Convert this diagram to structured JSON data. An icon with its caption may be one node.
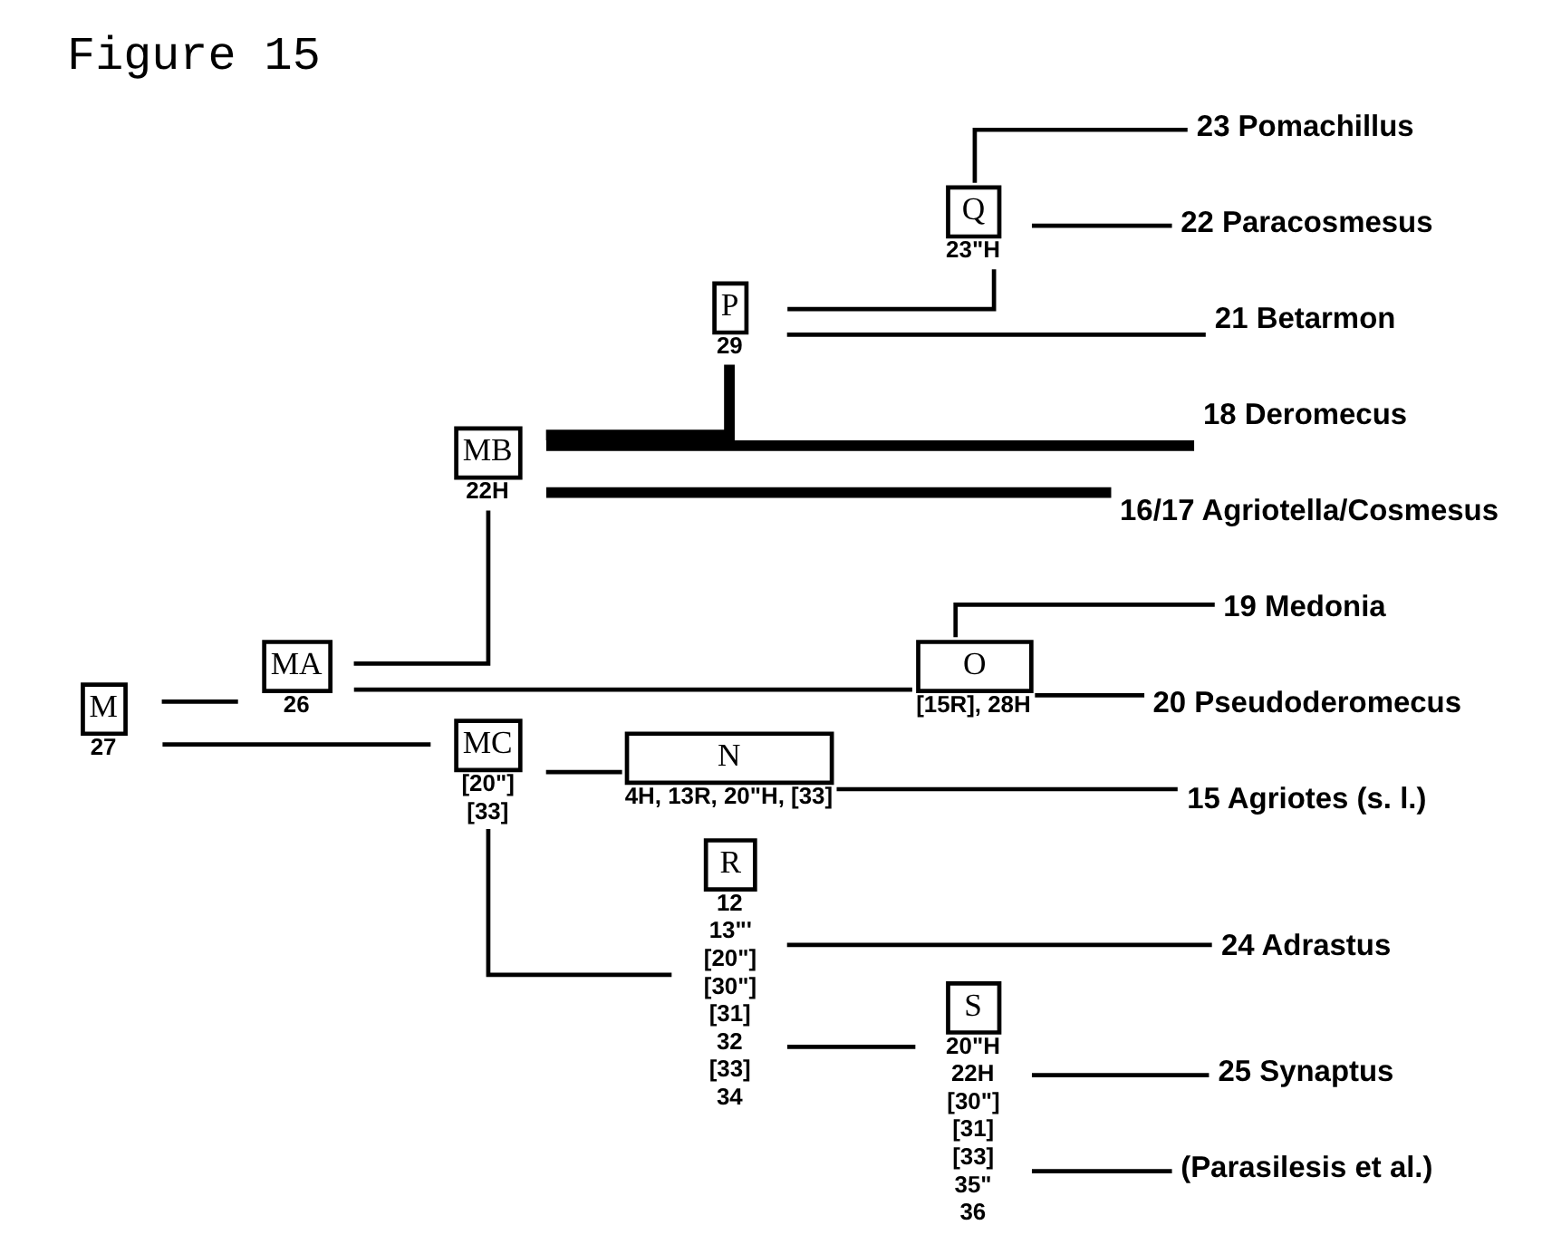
{
  "diagram": {
    "title": "Figure 15",
    "nodes": [
      {
        "text": [
          "M"
        ],
        "beside": [
          "27"
        ]
      },
      {
        "text": [
          "MA"
        ],
        "beside": [
          "26"
        ]
      },
      {
        "text": [
          "MB"
        ],
        "beside": [
          "22H"
        ]
      },
      {
        "text": [
          "P"
        ],
        "beside": [
          "29"
        ]
      },
      {
        "text": [
          "Q"
        ],
        "beside": [
          "23\"H"
        ]
      },
      {
        "text": [
          "23 Pomachillus"
        ]
      },
      {
        "text": [
          "22 Paracosmesus"
        ]
      },
      {
        "text": [
          "21 Betarmon"
        ]
      },
      {
        "text": [
          "18 Deromecus"
        ]
      },
      {
        "text": [
          "16/17 Agriotella/Cosmesus"
        ]
      },
      {
        "text": [
          "O"
        ],
        "beside": [
          "[15R], 28H"
        ]
      },
      {
        "text": [
          "19 Medonia"
        ]
      },
      {
        "text": [
          "20 Pseudoderomecus"
        ]
      },
      {
        "text": [
          "MC"
        ],
        "beside": [
          "[20\"]",
          "[33]"
        ]
      },
      {
        "text": [
          "N"
        ],
        "beside": [
          "4H, 13R, 20\"H, [33]"
        ]
      },
      {
        "text": [
          "15 Agriotes (s. l.)"
        ]
      },
      {
        "text": [
          "R"
        ],
        "beside": [
          "12",
          "13\"'",
          "[20\"]",
          "[30\"]",
          "[31]",
          "32",
          "[33]",
          "34"
        ]
      },
      {
        "text": [
          "24 Adrastus"
        ]
      },
      {
        "text": [
          "S"
        ],
        "beside": [
          "20\"H",
          "22H",
          "[30\"]",
          "[31]",
          "[33]",
          "35\"",
          "36"
        ]
      },
      {
        "text": [
          "25 Synaptus"
        ]
      },
      {
        "text": [
          "(Parasilesis et al.)"
        ]
      }
    ],
    "edges": [
      {
        "from": 0,
        "to": 1,
        "arrow": "none"
      },
      {
        "from": 0,
        "to": 13,
        "arrow": "none"
      },
      {
        "from": 1,
        "to": 2,
        "arrow": "none"
      },
      {
        "from": 1,
        "to": 10,
        "arrow": "none"
      },
      {
        "from": 2,
        "to": 3,
        "arrow": "none",
        "style": "thick"
      },
      {
        "from": 2,
        "to": 8,
        "arrow": "none",
        "style": "thick"
      },
      {
        "from": 2,
        "to": 9,
        "arrow": "none",
        "style": "thick"
      },
      {
        "from": 3,
        "to": 4,
        "arrow": "none"
      },
      {
        "from": 3,
        "to": 7,
        "arrow": "none"
      },
      {
        "from": 4,
        "to": 5,
        "arrow": "none"
      },
      {
        "from": 4,
        "to": 6,
        "arrow": "none"
      },
      {
        "from": 10,
        "to": 11,
        "arrow": "none"
      },
      {
        "from": 10,
        "to": 12,
        "arrow": "none"
      },
      {
        "from": 13,
        "to": 14,
        "arrow": "none"
      },
      {
        "from": 13,
        "to": 16,
        "arrow": "none"
      },
      {
        "from": 14,
        "to": 15,
        "arrow": "none"
      },
      {
        "from": 16,
        "to": 17,
        "arrow": "none"
      },
      {
        "from": 16,
        "to": 18,
        "arrow": "none"
      },
      {
        "from": 18,
        "to": 19,
        "arrow": "none"
      },
      {
        "from": 18,
        "to": 20,
        "arrow": "none"
      }
    ]
  }
}
